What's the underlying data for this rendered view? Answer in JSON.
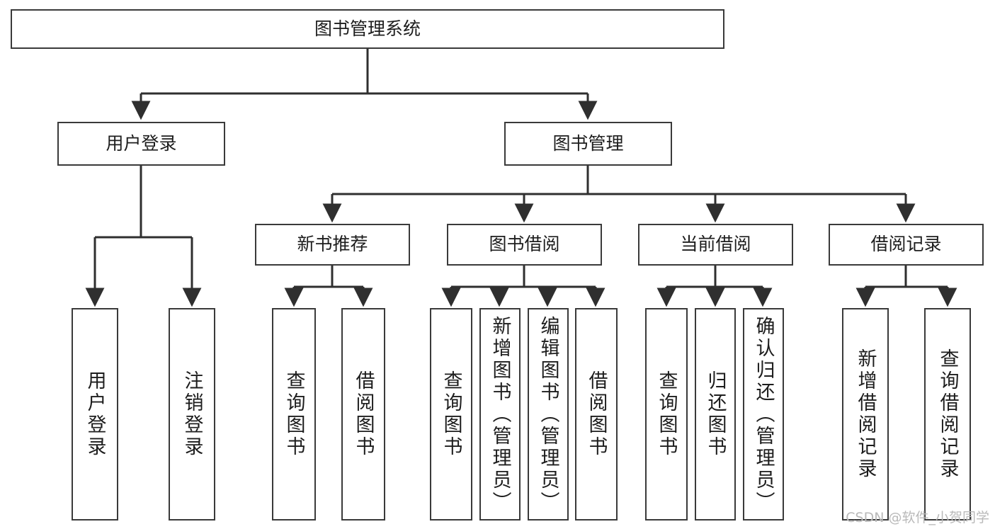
{
  "diagram": {
    "type": "tree-hierarchy-chart",
    "title": "图书管理系统",
    "watermark": "CSDN @软件_小贺同学",
    "colors": {
      "stroke": "#3a3a3a",
      "fill": "#ffffff",
      "text": "#1d1d1d",
      "watermark": "#b9b9b9"
    },
    "levels": {
      "level0": "root",
      "level1": "modules",
      "level2": "submodules",
      "level3": "functions"
    },
    "nodes": {
      "root": {
        "label": "图书管理系统"
      },
      "user_login": {
        "label": "用户登录"
      },
      "book_manage": {
        "label": "图书管理"
      },
      "new_book_rec": {
        "label": "新书推荐"
      },
      "book_borrow": {
        "label": "图书借阅"
      },
      "current_borrow": {
        "label": "当前借阅"
      },
      "borrow_record": {
        "label": "借阅记录"
      },
      "leaf_user_login": {
        "label": "用户登录"
      },
      "leaf_logout": {
        "label": "注销登录"
      },
      "leaf_query_book_1": {
        "label": "查询图书"
      },
      "leaf_borrow_book_1": {
        "label": "借阅图书"
      },
      "leaf_query_book_2": {
        "label": "查询图书"
      },
      "leaf_add_book": {
        "label": "新增图书（管理员）"
      },
      "leaf_edit_book": {
        "label": "编辑图书（管理员）"
      },
      "leaf_borrow_book_2": {
        "label": "借阅图书"
      },
      "leaf_query_book_3": {
        "label": "查询图书"
      },
      "leaf_return_book": {
        "label": "归还图书"
      },
      "leaf_confirm_return": {
        "label": "确认归还（管理员）"
      },
      "leaf_add_record": {
        "label": "新增借阅记录"
      },
      "leaf_query_record": {
        "label": "查询借阅记录"
      }
    },
    "edges": [
      {
        "from": "root",
        "to": "user_login"
      },
      {
        "from": "root",
        "to": "book_manage"
      },
      {
        "from": "user_login",
        "to": "leaf_user_login"
      },
      {
        "from": "user_login",
        "to": "leaf_logout"
      },
      {
        "from": "book_manage",
        "to": "new_book_rec"
      },
      {
        "from": "book_manage",
        "to": "book_borrow"
      },
      {
        "from": "book_manage",
        "to": "current_borrow"
      },
      {
        "from": "book_manage",
        "to": "borrow_record"
      },
      {
        "from": "new_book_rec",
        "to": "leaf_query_book_1"
      },
      {
        "from": "new_book_rec",
        "to": "leaf_borrow_book_1"
      },
      {
        "from": "book_borrow",
        "to": "leaf_query_book_2"
      },
      {
        "from": "book_borrow",
        "to": "leaf_add_book"
      },
      {
        "from": "book_borrow",
        "to": "leaf_edit_book"
      },
      {
        "from": "book_borrow",
        "to": "leaf_borrow_book_2"
      },
      {
        "from": "current_borrow",
        "to": "leaf_query_book_3"
      },
      {
        "from": "current_borrow",
        "to": "leaf_return_book"
      },
      {
        "from": "current_borrow",
        "to": "leaf_confirm_return"
      },
      {
        "from": "borrow_record",
        "to": "leaf_add_record"
      },
      {
        "from": "borrow_record",
        "to": "leaf_query_record"
      }
    ]
  }
}
